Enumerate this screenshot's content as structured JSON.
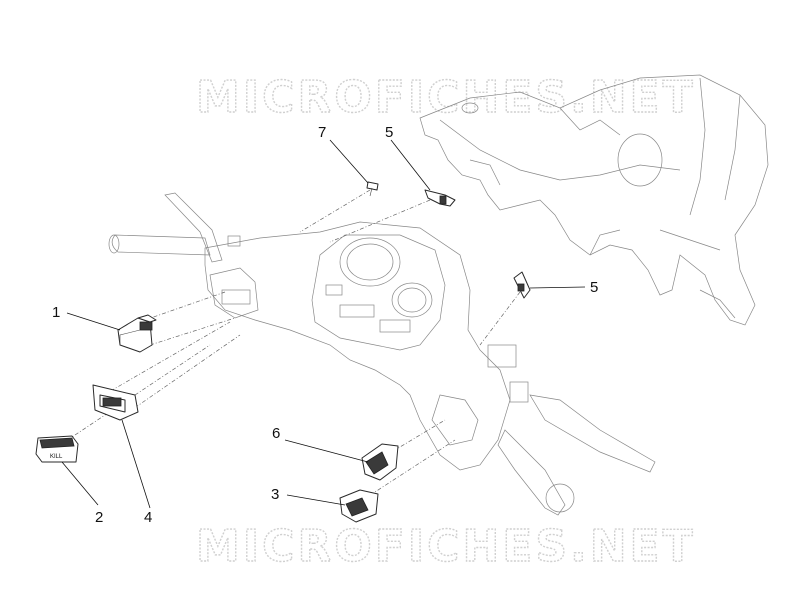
{
  "watermark": {
    "top_text": "MICROFICHES.NET",
    "bottom_text": "MICROFICHES.NET"
  },
  "callouts": [
    {
      "id": "1",
      "label": "1"
    },
    {
      "id": "2",
      "label": "2"
    },
    {
      "id": "3",
      "label": "3"
    },
    {
      "id": "4",
      "label": "4"
    },
    {
      "id": "5a",
      "label": "5"
    },
    {
      "id": "5b",
      "label": "5"
    },
    {
      "id": "6",
      "label": "6"
    },
    {
      "id": "7",
      "label": "7"
    }
  ],
  "switch_marking": "KILL"
}
